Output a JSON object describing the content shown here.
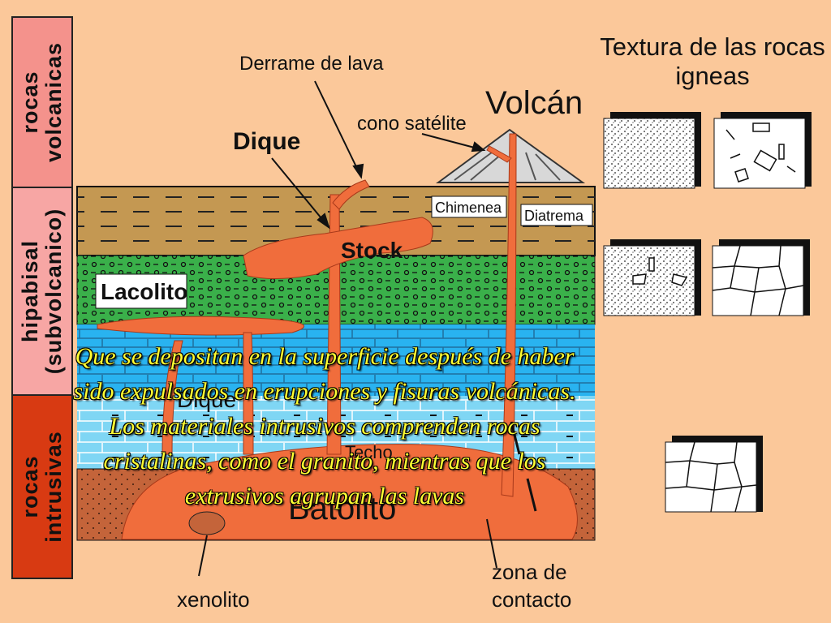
{
  "sidebar": {
    "volcanic": "rocas\nvolcanicas",
    "hypabyssal": "hipabisal\n(subvolcanico)",
    "intrusive": "rocas\nintrusivas"
  },
  "diagram_labels": {
    "lava_flow": "Derrame de lava",
    "dike_top": "Dique",
    "satellite_cone": "cono satélite",
    "volcano": "Volcán",
    "chimney": "Chimenea",
    "diatreme": "Diatrema",
    "stock": "Stock",
    "laccolith": "Lacolito",
    "dike_lower": "Dique",
    "sill_partial": "Techo",
    "batholith": "Batolito",
    "xenolith": "xenolito",
    "contact_zone": "zona de\ncontacto"
  },
  "texture_panel": {
    "title": "Textura de las rocas\nigneas"
  },
  "caption": "Que se depositan en la superficie después de haber sido expulsados en erupciones y fisuras volcánicas. Los materiales intrusivos comprenden rocas cristalinas, como el granito, mientras que los extrusivos agrupan las lavas",
  "colors": {
    "background": "#fbc89a",
    "sidebar_top": "#f4928c",
    "sidebar_mid": "#f7a6a4",
    "sidebar_bottom": "#d83a12",
    "layer_brown": "#c49852",
    "layer_green": "#3ab04a",
    "layer_blue": "#29b3f0",
    "layer_lightblue": "#7fd6f4",
    "layer_rust": "#c4643a",
    "magma": "#f06d3c",
    "caption_text": "#ffff33"
  }
}
